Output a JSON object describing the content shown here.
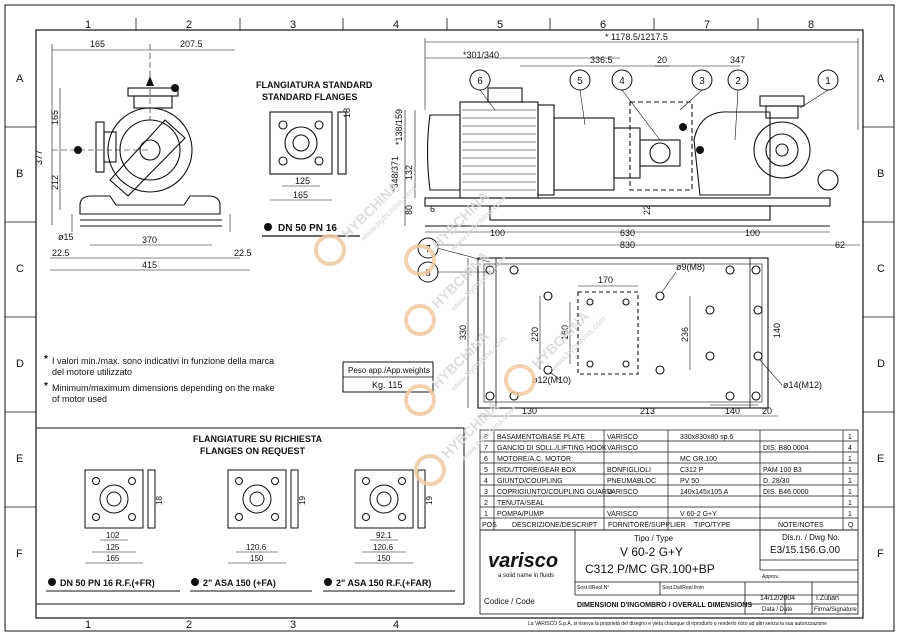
{
  "grid": {
    "cols": [
      "1",
      "2",
      "3",
      "4",
      "5",
      "6",
      "7",
      "8"
    ],
    "rows": [
      "A",
      "B",
      "C",
      "D",
      "E",
      "F"
    ]
  },
  "dims": {
    "w165": "165",
    "w207": "207.5",
    "h377": "377",
    "h165": "165",
    "h212": "212",
    "phi15": "ø15",
    "w370": "370",
    "w22a": "22.5",
    "w22b": "22.5",
    "w415": "415",
    "total": "* 1178.5/1217.5",
    "d301": "*301/340",
    "d336": "336.5",
    "d347": "347",
    "d20": "20",
    "v138": "*138/159",
    "v348": "*348/371",
    "v132": "132",
    "v80": "80",
    "v6": "6",
    "v22": "22",
    "d100a": "100",
    "d630": "630",
    "d100b": "100",
    "d830": "830",
    "d62": "62",
    "phi9": "ø9(M8)",
    "d170": "170",
    "d220": "220",
    "d160": "160",
    "d236": "236",
    "d330": "330",
    "phi12": "ø12(M10)",
    "d140a": "140",
    "d140b": "140",
    "d130": "130",
    "d213": "213",
    "d20b": "20",
    "phi14": "ø14(M12)",
    "sf18": "18",
    "sf125": "125",
    "sf165": "165"
  },
  "std_flange": {
    "title1": "FLANGIATURA STANDARD",
    "title2": "STANDARD FLANGES",
    "rating": "DN 50 PN 16"
  },
  "callouts": [
    "1",
    "2",
    "3",
    "4",
    "5",
    "6",
    "7",
    "8"
  ],
  "notes": {
    "it1": "I valori min./max. sono indicativi in funzione della marca",
    "it2": "del motore utilizzato",
    "en1": "Minimum/maximum dimensions depending on the make",
    "en2": "of motor used"
  },
  "weight": {
    "label": "Peso app./App.weights",
    "value": "Kg. 115"
  },
  "req_flanges": {
    "title1": "FLANGIATURE SU RICHIESTA",
    "title2": "FLANGES ON REQUEST",
    "items": [
      {
        "name": "DN 50 PN 16 R.F.(+FR)",
        "inner": "102",
        "bolt": "125",
        "outer": "165",
        "th": "18"
      },
      {
        "name": "2\" ASA 150 (+FA)",
        "inner": "",
        "bolt": "120.6",
        "outer": "150",
        "th": "19"
      },
      {
        "name": "2\" ASA 150 R.F.(+FAR)",
        "inner": "92.1",
        "bolt": "120.6",
        "outer": "150",
        "th": "19"
      }
    ]
  },
  "bom": {
    "headers": {
      "pos": "POS",
      "desc": "DESCRIZIONE/DESCRIPT",
      "supp": "FORNITORE/SUPPLIER",
      "type": "TIPO/TYPE",
      "note": "NOTE/NOTES",
      "q": "Q"
    },
    "rows": [
      {
        "pos": "8",
        "desc": "BASAMENTO/BASE PLATE",
        "supp": "VARISCO",
        "type": "330x830x80 sp.6",
        "note": "",
        "q": "1"
      },
      {
        "pos": "7",
        "desc": "GANCIO DI SOLL./LIFTING HOOK",
        "supp": "VARISCO",
        "type": "",
        "note": "DIS. B80.0004",
        "q": "4"
      },
      {
        "pos": "6",
        "desc": "MOTORE/A.C. MOTOR",
        "supp": "",
        "type": "MC GR.100",
        "note": "",
        "q": "1"
      },
      {
        "pos": "5",
        "desc": "RIDUTTORE/GEAR BOX",
        "supp": "BONFIGLIOLI",
        "type": "C312 P",
        "note": "PAM 100 B3",
        "q": "1"
      },
      {
        "pos": "4",
        "desc": "GIUNTO/COUPLING",
        "supp": "PNEUMABLOC",
        "type": "PV 50",
        "note": "D. 28/30",
        "q": "1"
      },
      {
        "pos": "3",
        "desc": "COPRIGIUNTO/COUPLING GUARD",
        "supp": "VARISCO",
        "type": "140x145x105 A",
        "note": "DIS. B46.0000",
        "q": "1"
      },
      {
        "pos": "2",
        "desc": "TENUTA/SEAL",
        "supp": "",
        "type": "",
        "note": "",
        "q": "1"
      },
      {
        "pos": "1",
        "desc": "POMPA/PUMP",
        "supp": "VARISCO",
        "type": "V 60-2 G+Y",
        "note": "",
        "q": "1"
      }
    ]
  },
  "title_block": {
    "brand": "varisco",
    "tagline": "a solid name in fluids",
    "tipo_label": "Tipo / Type",
    "type1": "V 60-2 G+Y",
    "type2": "C312 P/MC GR.100+BP",
    "dis_label": "Dis.n. / Dwg No.",
    "dwg_no": "E3/15.156.G.00",
    "appr": "Approv.",
    "sost_il": "Sost.il/Repl.N°",
    "sost_dal": "Sost.Dal/Repl.from",
    "codice": "Codice / Code",
    "desc": "DIMENSIONI D'INGOMBRO / OVERALL DIMENSIONS",
    "date": "14/12/2004",
    "signer": "I.Zulian",
    "data_label": "Data / Date",
    "firma_label": "Firma/Signature",
    "footer": "La VARISCO S.p.A. si riserva la proprietà del disegno e vieta chiunque di riprodurlo o renderlo noto ad altri senza la sua autorizzazione"
  },
  "watermark": {
    "brand": "HYBCHINA",
    "url": "www.hybchina.com"
  }
}
